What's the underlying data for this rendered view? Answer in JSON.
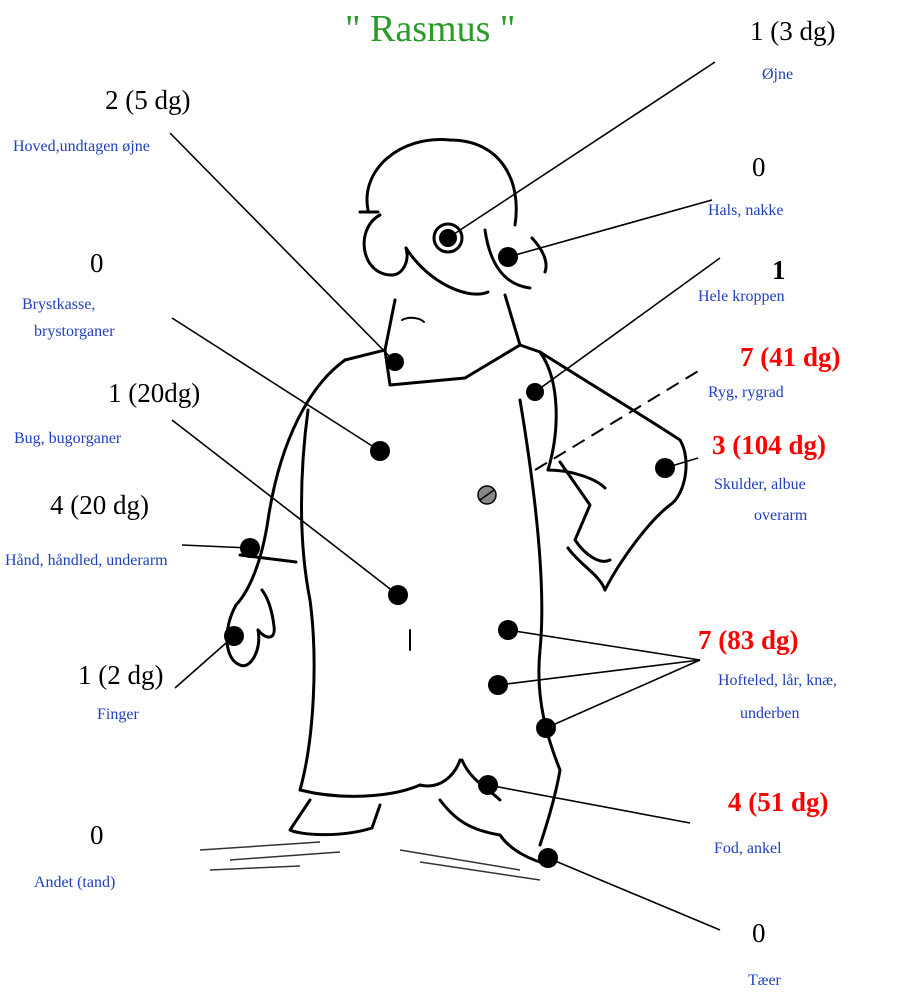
{
  "title": "\" Rasmus \"",
  "colors": {
    "title": "#2a9a2a",
    "part_label": "#1f3fbf",
    "highlight": "#ff0000",
    "count": "#000000"
  },
  "body_parts": [
    {
      "id": "ojne",
      "count": "1 (3 dg)",
      "label": "Øjne",
      "highlight": false
    },
    {
      "id": "hoved",
      "count": "2 (5 dg)",
      "label": "Hoved,undtagen øjne",
      "highlight": false
    },
    {
      "id": "hals",
      "count": "0",
      "label": "Hals, nakke",
      "highlight": false
    },
    {
      "id": "bryst",
      "count": "0",
      "label_lines": [
        "Brystkasse,",
        "brystorganer"
      ],
      "highlight": false
    },
    {
      "id": "hele",
      "count": "1",
      "label": "Hele kroppen",
      "highlight": false
    },
    {
      "id": "ryg",
      "count": "7 (41 dg)",
      "label": "Ryg, rygrad",
      "highlight": true
    },
    {
      "id": "bug",
      "count": "1 (20dg)",
      "label": "Bug, bugorganer",
      "highlight": false
    },
    {
      "id": "skulder",
      "count": "3 (104 dg)",
      "label_lines": [
        "Skulder, albue",
        "overarm"
      ],
      "highlight": true
    },
    {
      "id": "haand",
      "count": "4 (20 dg)",
      "label": "Hånd, håndled, underarm",
      "highlight": false
    },
    {
      "id": "hofte",
      "count": "7 (83 dg)",
      "label_lines": [
        "Hofteled, lår, knæ,",
        "underben"
      ],
      "highlight": true
    },
    {
      "id": "finger",
      "count": "1 (2 dg)",
      "label": "Finger",
      "highlight": false
    },
    {
      "id": "fod",
      "count": "4 (51 dg)",
      "label": "Fod, ankel",
      "highlight": true
    },
    {
      "id": "andet",
      "count": "0",
      "label": "Andet (tand)",
      "highlight": false
    },
    {
      "id": "taeer",
      "count": "0",
      "label": "Tæer",
      "highlight": false
    }
  ]
}
